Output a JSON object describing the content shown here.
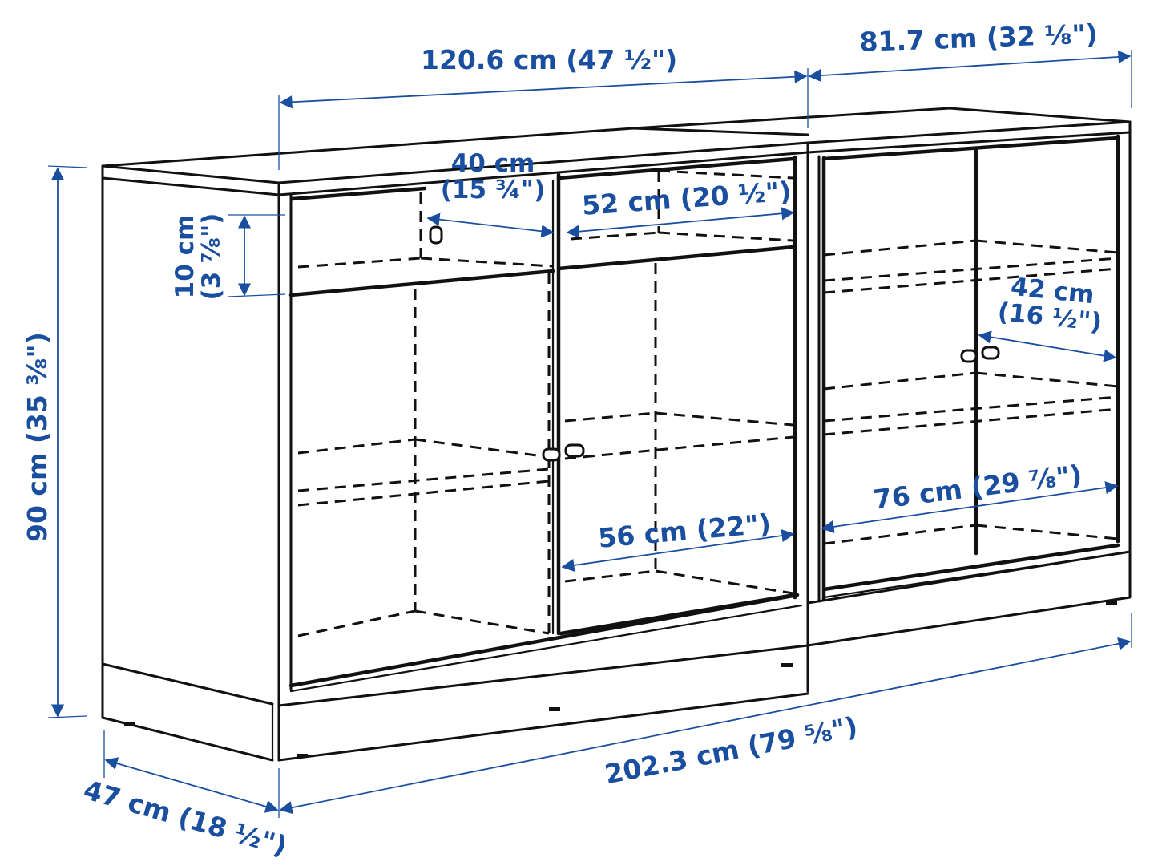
{
  "diagram": {
    "subject": "Two-part sideboard with glass doors, product dimension drawing",
    "accent_color": "#1a4fa0",
    "line_color": "#111111",
    "background": "#ffffff"
  },
  "dimensions": {
    "left_width": "120.6 cm (47 ½\")",
    "right_width": "81.7 cm (32 ⅛\")",
    "total_width": "202.3 cm (79 ⅝\")",
    "height": "90 cm (35 ⅜\")",
    "depth": "47 cm (18 ½\")",
    "drawer_height": {
      "line1": "10 cm",
      "line2": "(3 ⅞\")"
    },
    "drawer_left_depth": {
      "line1": "40 cm",
      "line2": "(15 ¾\")"
    },
    "drawer_right_width": "52 cm (20 ½\")",
    "left_shelf_width": "56 cm (22\")",
    "right_shelf_depth": {
      "line1": "42 cm",
      "line2": "(16 ½\")"
    },
    "right_shelf_width": "76 cm (29 ⅞\")"
  }
}
